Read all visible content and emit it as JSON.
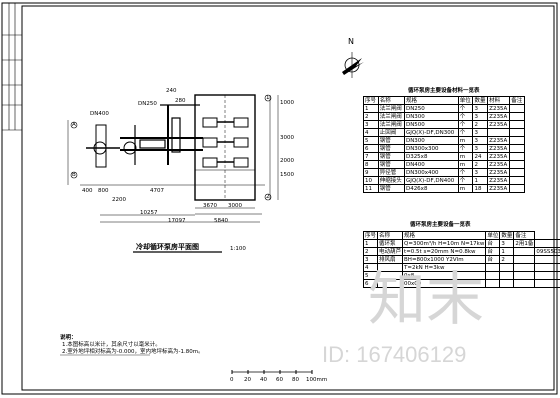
{
  "plan": {
    "title": "冷却循环泵房平面图",
    "scale": "1:100",
    "dims": {
      "dn400": "DN400",
      "dn250": "DN250",
      "d240": "240",
      "d280": "280",
      "d1000": "1000",
      "d3000": "3000",
      "d2000": "2000",
      "d1500": "1500",
      "d400": "400",
      "d800": "800",
      "d4707": "4707",
      "d2200": "2200",
      "d10257": "10257",
      "d17097": "17097",
      "d3670": "3670",
      "d3000b": "3000",
      "d5840": "5840",
      "pA": "A",
      "pB": "B",
      "p1": "1",
      "p2": "2"
    }
  },
  "table1": {
    "title": "循环泵房主要设备材料一览表",
    "header": [
      "序号",
      "名称",
      "规格",
      "单位",
      "数量",
      "材料",
      "备注"
    ],
    "rows": [
      [
        "1",
        "法兰闸阀",
        "DN250",
        "个",
        "3",
        "Z235A",
        ""
      ],
      [
        "2",
        "法兰闸阀",
        "DN300",
        "个",
        "3",
        "Z235A",
        ""
      ],
      [
        "3",
        "法兰闸阀",
        "DN500",
        "个",
        "2",
        "Z235A",
        ""
      ],
      [
        "4",
        "止回阀",
        "GJQ(X)-DF,DN300",
        "个",
        "3",
        "",
        ""
      ],
      [
        "5",
        "钢管",
        "DN300",
        "m",
        "3",
        "Z235A",
        ""
      ],
      [
        "6",
        "钢管",
        "DN300x300",
        "个",
        "3",
        "Z235A",
        ""
      ],
      [
        "7",
        "钢管",
        "D325x8",
        "m",
        "24",
        "Z235A",
        ""
      ],
      [
        "8",
        "钢管",
        "DN400",
        "m",
        "2",
        "Z235A",
        ""
      ],
      [
        "9",
        "异径管",
        "DN300x400",
        "个",
        "3",
        "Z235A",
        ""
      ],
      [
        "10",
        "伸缩接头",
        "GJQ(X)-DF,DN400",
        "个",
        "1",
        "Z235A",
        ""
      ],
      [
        "11",
        "钢管",
        "D426x8",
        "m",
        "18",
        "Z235A",
        ""
      ]
    ]
  },
  "table2": {
    "title": "循环泵房主要设备一览表",
    "header": [
      "序号",
      "名称",
      "规格",
      "单位",
      "数量",
      "备注"
    ],
    "rows": [
      [
        "1",
        "循环泵",
        "Q=300m³/h H=10m N=17kw",
        "台",
        "3",
        "2用1备"
      ],
      [
        "2",
        "电动葫芦",
        "t=0.5t s=20mm N=0.8kw",
        "台",
        "1",
        "",
        "09SS503"
      ],
      [
        "3",
        "排风扇",
        "BH=800x1000 Y2Vlm",
        "台",
        "2",
        "",
        ""
      ],
      [
        "4",
        "",
        "T=2kN H=3kw",
        "",
        "",
        "",
        ""
      ],
      [
        "5",
        "",
        "0x8",
        "",
        "",
        "",
        ""
      ],
      [
        "6",
        "",
        "00x00",
        "",
        "",
        "",
        ""
      ]
    ]
  },
  "notes": {
    "heading": "说明：",
    "line1": "1.本图标高以米计，其余尺寸以毫米计。",
    "line2": "2.室外地坪相对标高为-0.000，室内地坪标高为-1.80m。"
  },
  "scale_bar": [
    "0",
    "20",
    "40",
    "60",
    "80",
    "100mm"
  ],
  "watermark": {
    "brand": "知末",
    "id": "ID: 167406129"
  },
  "north_label": "N"
}
